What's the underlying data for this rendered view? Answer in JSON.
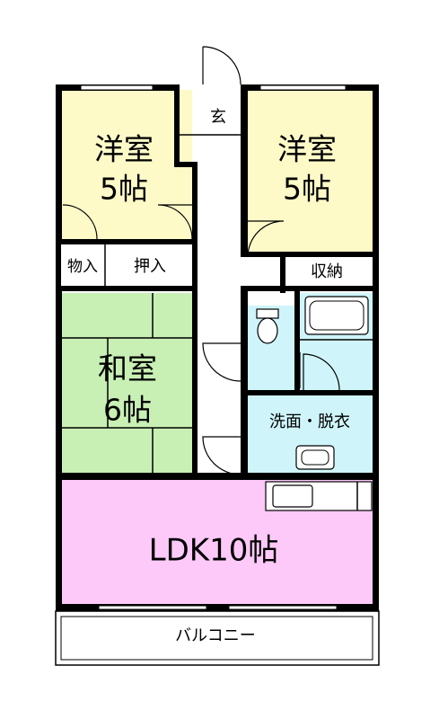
{
  "rooms": {
    "western_room_1": {
      "line1": "洋室",
      "line2": "5帖"
    },
    "western_room_2": {
      "line1": "洋室",
      "line2": "5帖"
    },
    "entrance": "玄",
    "storage_small": "物入",
    "closet": "押入",
    "storage": "収納",
    "japanese_room": {
      "line1": "和室",
      "line2": "6帖"
    },
    "washroom": "洗面・脱衣",
    "ldk": "LDK10帖",
    "balcony": "バルコニー"
  },
  "colors": {
    "western_room": "#fdfac8",
    "japanese_room": "#c8efb4",
    "wet_area": "#cff5fa",
    "ldk": "#fcc9f8",
    "wall": "#000000",
    "background": "#ffffff"
  }
}
